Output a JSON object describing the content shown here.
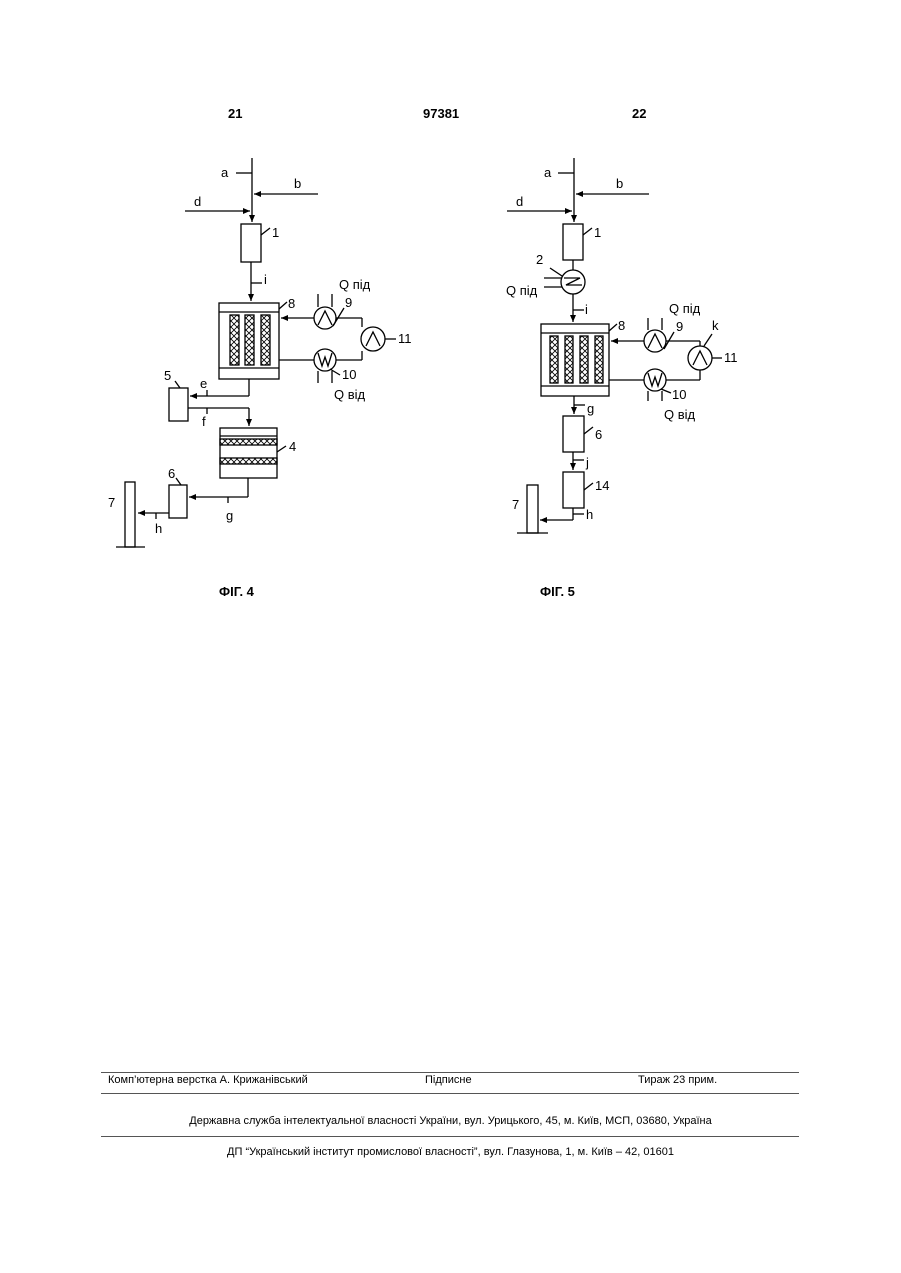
{
  "header": {
    "page_left": "21",
    "patent_number": "97381",
    "page_right": "22"
  },
  "fig4": {
    "caption": "ФІГ. 4",
    "stream_a": "a",
    "stream_b": "b",
    "stream_d": "d",
    "stream_i": "i",
    "stream_e": "e",
    "stream_f": "f",
    "stream_g": "g",
    "stream_h": "h",
    "unit_1": "1",
    "unit_8": "8",
    "unit_9": "9",
    "unit_10": "10",
    "unit_11": "11",
    "unit_5": "5",
    "unit_4": "4",
    "unit_6": "6",
    "unit_7": "7",
    "q_supply": "Q під",
    "q_removal": "Q від"
  },
  "fig5": {
    "caption": "ФІГ. 5",
    "stream_a": "a",
    "stream_b": "b",
    "stream_d": "d",
    "stream_i": "i",
    "stream_g": "g",
    "stream_j": "j",
    "stream_h": "h",
    "stream_k": "k",
    "unit_1": "1",
    "unit_2": "2",
    "unit_8": "8",
    "unit_9": "9",
    "unit_10": "10",
    "unit_11": "11",
    "unit_6": "6",
    "unit_14": "14",
    "unit_7": "7",
    "q_supply_heater": "Q під",
    "q_supply": "Q під",
    "q_removal": "Q від"
  },
  "footer": {
    "layout_credit": "Комп’ютерна верстка А. Крижанівський",
    "signed": "Підписне",
    "print_run": "Тираж 23 прим.",
    "issuer": "Державна служба інтелектуальної власності України, вул. Урицького, 45, м. Київ, МСП, 03680, Україна",
    "institute": "ДП “Український інститут промислової власності”, вул. Глазунова, 1, м. Київ – 42, 01601"
  }
}
